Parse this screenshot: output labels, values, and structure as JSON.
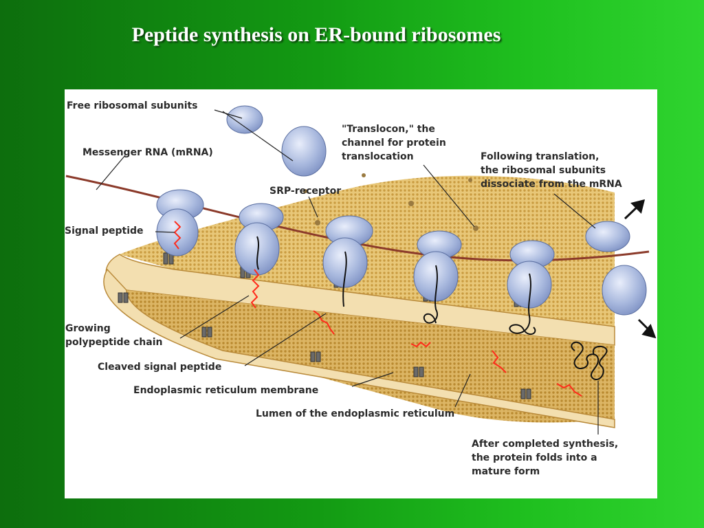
{
  "title": "Peptide synthesis on ER-bound ribosomes",
  "labels": {
    "free_subunits": "Free ribosomal subunits",
    "mrna": "Messenger RNA (mRNA)",
    "signal_peptide": "Signal peptide",
    "translocon_1": "\"Translocon,\" the",
    "translocon_2": "channel for protein",
    "translocon_3": "translocation",
    "srp_receptor": "SRP-receptor",
    "following_1": "Following translation,",
    "following_2": "the ribosomal subunits",
    "following_3": "dissociate from the mRNA",
    "growing_1": "Growing",
    "growing_2": "polypeptide chain",
    "cleaved": "Cleaved signal peptide",
    "er_membrane": "Endoplasmic reticulum membrane",
    "lumen": "Lumen of the endoplasmic reticulum",
    "after_1": "After completed synthesis,",
    "after_2": "the protein folds into a",
    "after_3": "mature form"
  },
  "colors": {
    "background": "#139a13",
    "membrane": "#e7c374",
    "ribosome": "#a9b9de",
    "mrna": "#8b3a2a",
    "signal_peptide": "#ff2a1a"
  }
}
